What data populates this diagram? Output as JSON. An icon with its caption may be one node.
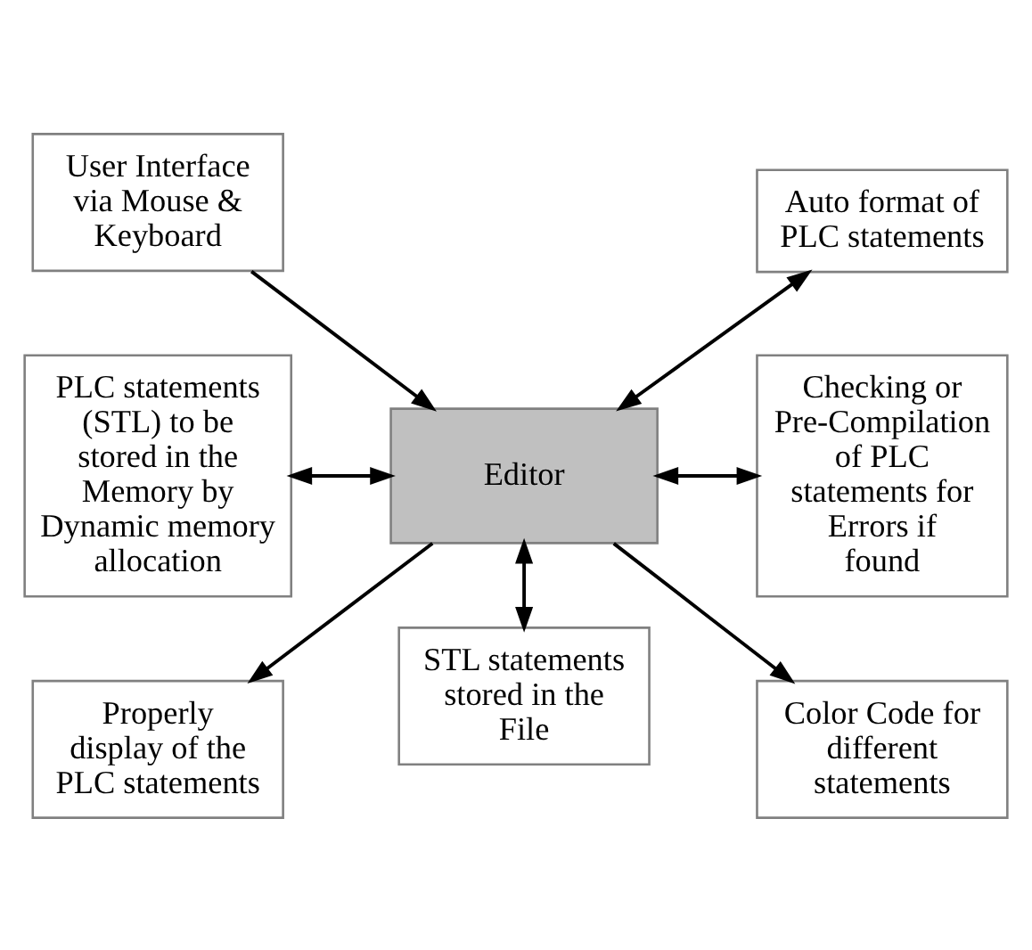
{
  "diagram": {
    "nodes": [
      {
        "text": [
          "User Interface via Mouse & Keyboard"
        ]
      },
      {
        "text": [
          "Auto format of PLC statements"
        ]
      },
      {
        "text": [
          "PLC statements (STL) to be stored in the Memory by Dynamic memory allocation"
        ]
      },
      {
        "text": [
          "Editor"
        ]
      },
      {
        "text": [
          "Checking or Pre-Compilation of PLC statements for Errors if found"
        ]
      },
      {
        "text": [
          "Properly display of the PLC statements"
        ]
      },
      {
        "text": [
          "STL statements stored in the File"
        ]
      },
      {
        "text": [
          "Color Code for different statements"
        ]
      }
    ],
    "edges": [
      {
        "from": 0,
        "to": 3,
        "arrow": "to"
      },
      {
        "from": 3,
        "to": 1,
        "arrow": "both"
      },
      {
        "from": 2,
        "to": 3,
        "arrow": "both"
      },
      {
        "from": 3,
        "to": 4,
        "arrow": "both"
      },
      {
        "from": 3,
        "to": 6,
        "arrow": "both"
      },
      {
        "from": 3,
        "to": 5,
        "arrow": "to"
      },
      {
        "from": 3,
        "to": 7,
        "arrow": "to"
      }
    ]
  }
}
